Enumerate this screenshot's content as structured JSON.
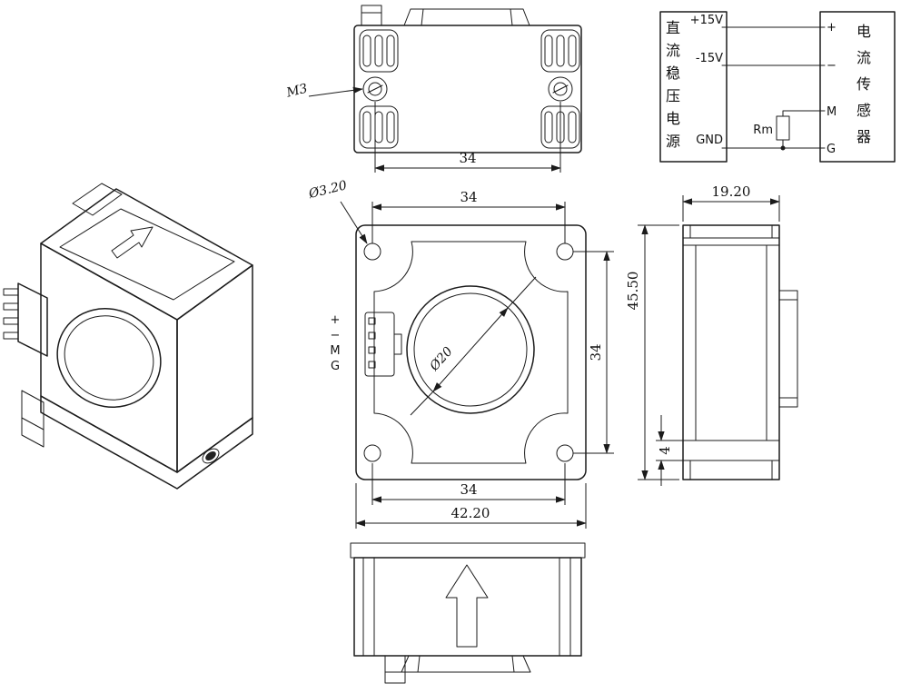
{
  "sheet": {
    "background": "#ffffff",
    "line_color": "#1b1b1b"
  },
  "callouts": {
    "screw_thread": "M3",
    "corner_hole_diameter": "Ø3.20",
    "center_hole_diameter": "Ø20"
  },
  "dimensions": {
    "top_view_screw_span": "34",
    "front_top_hole_span": "34",
    "front_side_hole_span": "34",
    "front_bottom_hole_span": "34",
    "overall_width": "42.20",
    "depth": "19.20",
    "height": "45.50",
    "foot_step": "4"
  },
  "front_connector": {
    "pin_labels": [
      "+",
      "−",
      "M",
      "G"
    ]
  },
  "wiring_diagram": {
    "supply_box_label": "直流稳压电源",
    "sensor_box_label": "电流传感器",
    "supply_terminals": [
      "+15V",
      "-15V",
      "GND"
    ],
    "sensor_terminals": [
      "+",
      "−",
      "M",
      "G"
    ],
    "resistor_label": "Rm"
  }
}
